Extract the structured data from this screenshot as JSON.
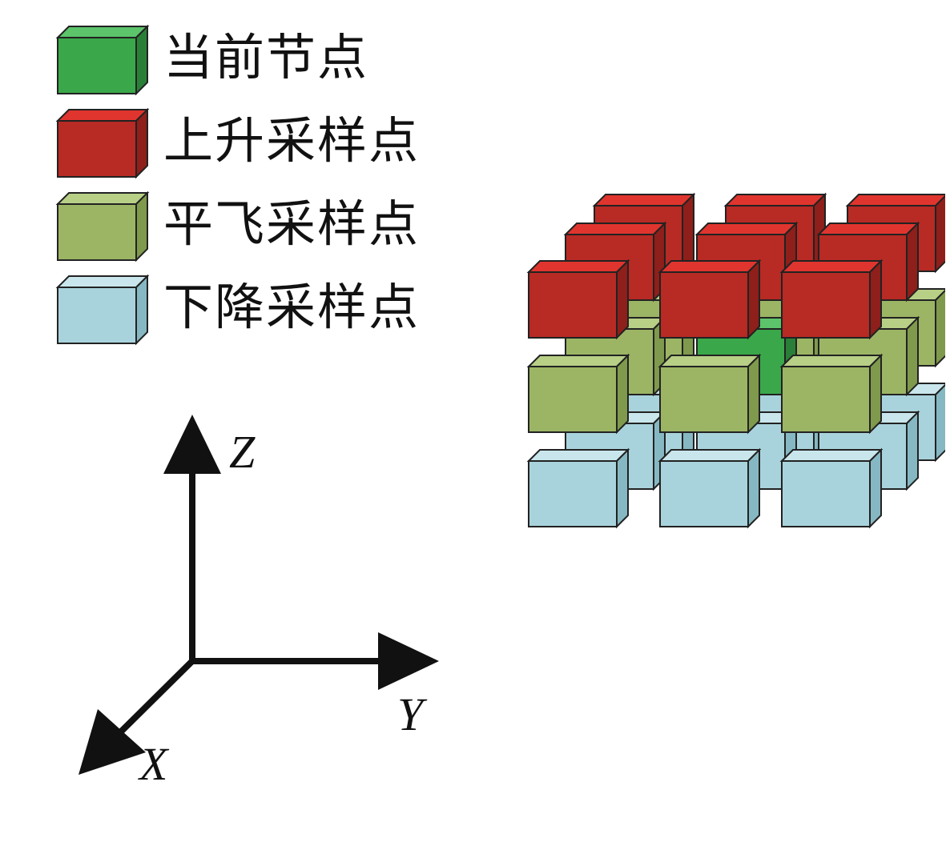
{
  "legend": {
    "items": [
      {
        "key": "current",
        "label": "当前节点",
        "color": "#3aa84a"
      },
      {
        "key": "up",
        "label": "上升采样点",
        "color": "#b82a24"
      },
      {
        "key": "level",
        "label": "平飞采样点",
        "color": "#9cb564"
      },
      {
        "key": "down",
        "label": "下降采样点",
        "color": "#a9d3dc"
      }
    ]
  },
  "axes": {
    "z_label": "Z",
    "y_label": "Y",
    "x_label": "X"
  },
  "palette": {
    "current": {
      "front": "#3aa84a",
      "top": "#5cc46a",
      "side": "#2a7f38"
    },
    "up": {
      "front": "#b82a24",
      "top": "#e0352e",
      "side": "#8e1f1a"
    },
    "level": {
      "front": "#9cb564",
      "top": "#b8cf86",
      "side": "#7f9a4c"
    },
    "down": {
      "front": "#a9d3dc",
      "top": "#c9e6ec",
      "side": "#86b8c3"
    }
  }
}
